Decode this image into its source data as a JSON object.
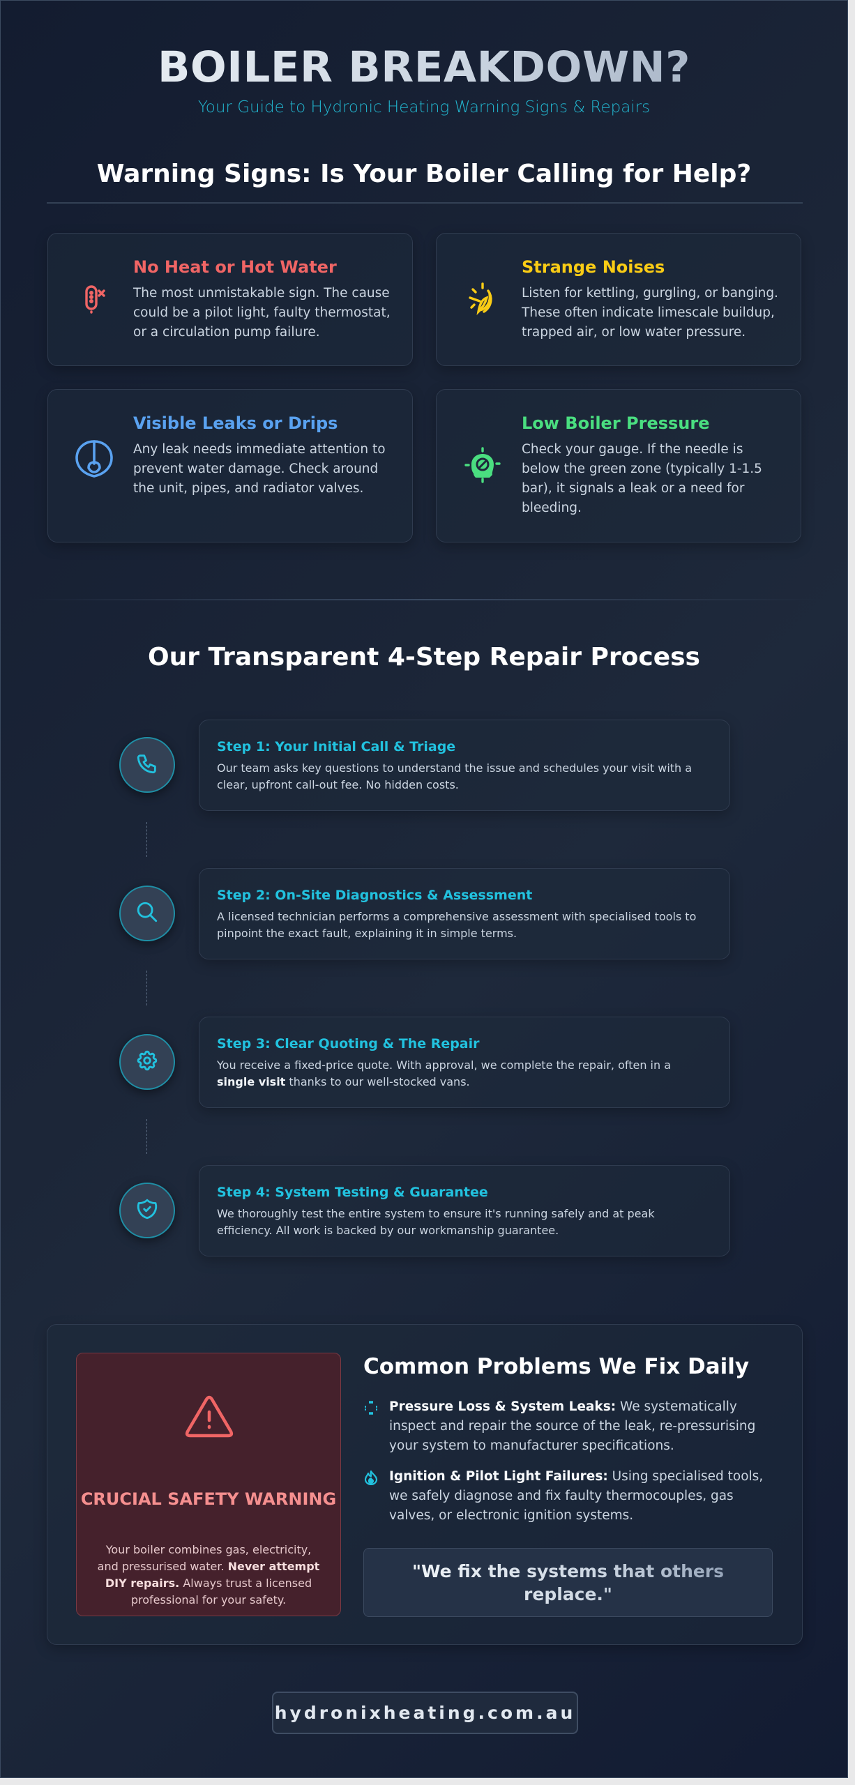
{
  "header": {
    "title": "BOILER BREAKDOWN?",
    "subtitle": "Your Guide to Hydronic Heating Warning Signs & Repairs"
  },
  "warning_signs": {
    "title": "Warning Signs: Is Your Boiler Calling for Help?",
    "cards": [
      {
        "icon": "thermometer-off-icon",
        "color": "#f06565",
        "title": "No Heat or Hot Water",
        "text": "The most unmistakable sign. The cause could be a pilot light, faulty thermostat, or a circulation pump failure."
      },
      {
        "icon": "noise-burst-icon",
        "color": "#facc15",
        "title": "Strange Noises",
        "text": "Listen for kettling, gurgling, or banging. These often indicate limescale buildup, trapped air, or low water pressure."
      },
      {
        "icon": "leak-drip-icon",
        "color": "#5aa2f0",
        "title": "Visible Leaks or Drips",
        "text": "Any leak needs immediate attention to prevent water damage. Check around the unit, pipes, and radiator valves."
      },
      {
        "icon": "pressure-gauge-icon",
        "color": "#4ade80",
        "title": "Low Boiler Pressure",
        "text": "Check your gauge. If the needle is below the green zone (typically 1-1.5 bar), it signals a leak or a need for bleeding."
      }
    ]
  },
  "process": {
    "title": "Our Transparent 4-Step Repair Process",
    "accent": "#22c2df",
    "steps": [
      {
        "icon": "phone-icon",
        "title": "Step 1: Your Initial Call & Triage",
        "text": "Our team asks key questions to understand the issue and schedules your visit with a clear, upfront call-out fee. No hidden costs."
      },
      {
        "icon": "search-icon",
        "title": "Step 2: On-Site Diagnostics & Assessment",
        "text": "A licensed technician performs a comprehensive assessment with specialised tools to pinpoint the exact fault, explaining it in simple terms."
      },
      {
        "icon": "gear-icon",
        "title": "Step 3: Clear Quoting & The Repair",
        "text_before": "You receive a fixed-price quote. With approval, we complete the repair, often in a ",
        "text_bold": "single visit",
        "text_after": " thanks to our well-stocked vans."
      },
      {
        "icon": "shield-check-icon",
        "title": "Step 4: System Testing & Guarantee",
        "text": "We thoroughly test the entire system to ensure it's running safely and at peak efficiency. All work is backed by our workmanship guarantee."
      }
    ]
  },
  "safety": {
    "icon": "warning-triangle-icon",
    "title": "CRUCIAL SAFETY WARNING",
    "text_before": "Your boiler combines gas, electricity, and pressurised water. ",
    "text_bold": "Never attempt DIY repairs.",
    "text_after": " Always trust a licensed professional for your safety."
  },
  "problems": {
    "title": "Common Problems We Fix Daily",
    "items": [
      {
        "icon": "pressure-loading-icon",
        "label": "Pressure Loss & System Leaks:",
        "text": " We systematically inspect and repair the source of the leak, re-pressurising your system to manufacturer specifications."
      },
      {
        "icon": "flame-icon",
        "label": "Ignition & Pilot Light Failures:",
        "text": " Using specialised tools, we safely diagnose and fix faulty thermocouples, gas valves, or electronic ignition systems."
      }
    ],
    "quote": "\"We fix the systems that others replace.\""
  },
  "footer": {
    "website": "hydronixheating.com.au"
  }
}
